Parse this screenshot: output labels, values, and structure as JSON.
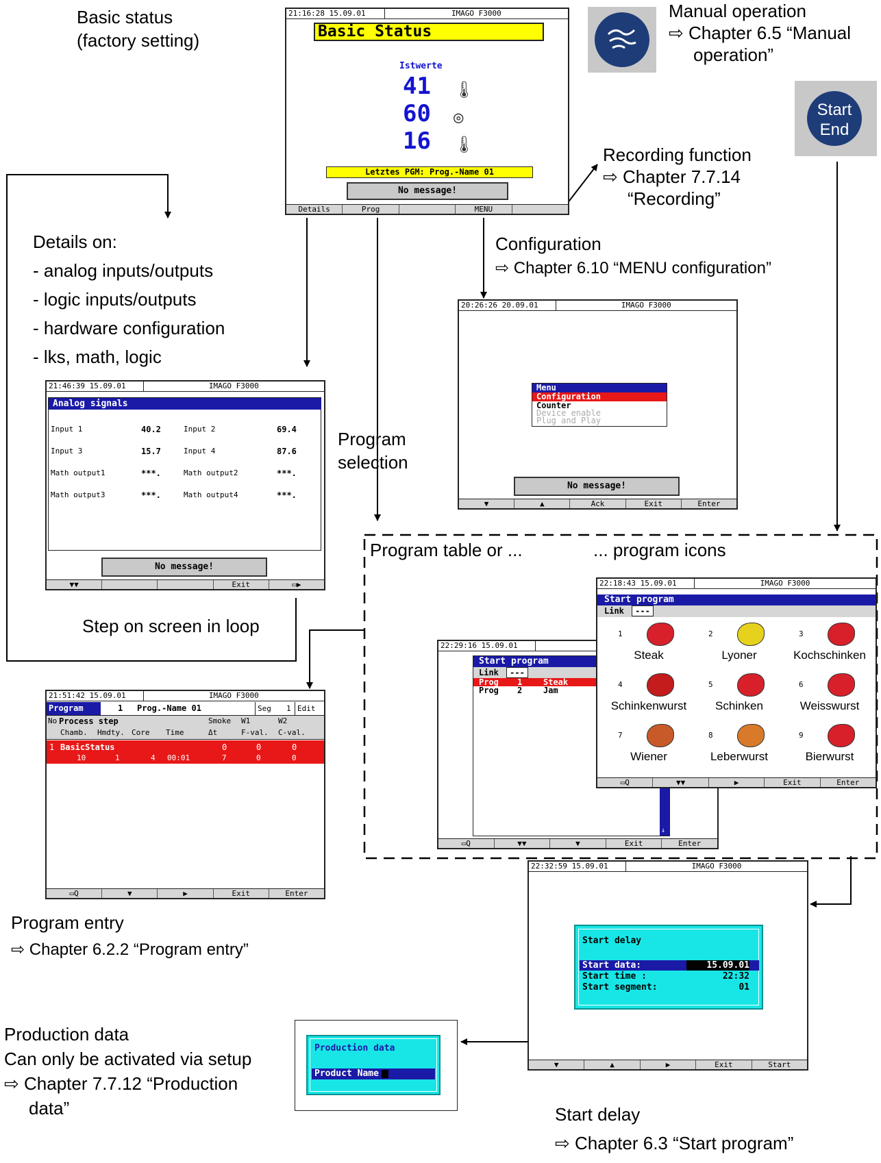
{
  "labels": {
    "basic_status": [
      "Basic status",
      "(factory setting)"
    ],
    "manual": [
      "Manual operation",
      "⇨  Chapter 6.5 “Manual",
      "operation”"
    ],
    "recording": [
      "Recording function",
      "⇨  Chapter 7.7.14",
      "“Recording”"
    ],
    "configuration": [
      "Configuration",
      "⇨  Chapter 6.10 “MENU configuration”"
    ],
    "details": [
      "Details on:",
      "- analog inputs/outputs",
      "- logic inputs/outputs",
      "- hardware configuration",
      "- lks, math, logic"
    ],
    "program_selection": [
      "Program",
      "selection"
    ],
    "program_table": "Program table or ...",
    "program_icons": "... program icons",
    "step_loop": "Step on screen in loop",
    "program_entry": [
      "Program entry",
      "⇨  Chapter 6.2.2 “Program entry”"
    ],
    "production": [
      "Production data",
      "Can only be activated via setup",
      "⇨  Chapter 7.7.12 “Production",
      "data”"
    ],
    "start_delay": [
      "Start delay",
      "⇨  Chapter 6.3 “Start program”"
    ]
  },
  "start_end_button": [
    "Start",
    "End"
  ],
  "screen_basic": {
    "time": "21:16:28   15.09.01",
    "device": "IMAGO F3000",
    "title": "Basic Status",
    "istwerte": "Istwerte",
    "values": [
      "41",
      "60",
      "16"
    ],
    "last_pgm": "Letztes PGM: Prog.-Name 01",
    "message": "No message!",
    "softkeys": [
      "Details",
      "Prog",
      "",
      "MENU",
      ""
    ]
  },
  "screen_menu": {
    "time": "20:26:26   20.09.01",
    "device": "IMAGO F3000",
    "menu_title": "Menu",
    "items": [
      "Configuration",
      "Counter",
      "Device enable",
      "Plug and Play"
    ],
    "message": "No message!",
    "softkeys": [
      "▼",
      "▲",
      "Ack",
      "Exit",
      "Enter"
    ]
  },
  "screen_analog": {
    "time": "21:46:39   15.09.01",
    "device": "IMAGO F3000",
    "title": "Analog signals",
    "rows": [
      [
        "Input 1",
        "40.2",
        "Input 2",
        "69.4"
      ],
      [
        "Input 3",
        "15.7",
        "Input 4",
        "87.6"
      ],
      [
        "Math output1",
        "***.",
        "Math output2",
        "***."
      ],
      [
        "Math output3",
        "***.",
        "Math output4",
        "***."
      ]
    ],
    "message": "No message!",
    "softkeys": [
      "▼▼",
      "",
      "",
      "Exit",
      "▭▶"
    ]
  },
  "screen_program_entry": {
    "time": "21:51:42   15.09.01",
    "device": "IMAGO F3000",
    "program_label": "Program",
    "program_no": "1",
    "program_name": "Prog.-Name 01",
    "seg_label": "Seg",
    "seg_no": "1",
    "edit_label": "Edit",
    "header1": [
      "No",
      "Process step",
      "Smoke",
      "W1",
      "W2"
    ],
    "header2": [
      "Chamb.",
      "Hmdty.",
      "Core",
      "Time",
      "Δt",
      "F-val.",
      "C-val."
    ],
    "row1": [
      "1",
      "BasicStatus",
      "0",
      "0",
      "0"
    ],
    "row2": [
      "10",
      "1",
      "4",
      "00:01",
      "7",
      "0",
      "0"
    ],
    "softkeys": [
      "▭Q",
      "▼",
      "▶",
      "Exit",
      "Enter"
    ]
  },
  "screen_prog_table": {
    "time": "22:29:16   15.09.01",
    "device": "I",
    "title": "Start program",
    "link_label": "Link",
    "link_value": "---",
    "rows": [
      [
        "Prog",
        "1",
        "Steak"
      ],
      [
        "Prog",
        "2",
        "Jam"
      ]
    ],
    "softkeys": [
      "▭Q",
      "▼▼",
      "▼",
      "Exit",
      "Enter"
    ]
  },
  "screen_prog_icons": {
    "time": "22:18:43   15.09.01",
    "device": "IMAGO F3000",
    "title": "Start program",
    "link_label": "Link",
    "link_value": "---",
    "icons": [
      {
        "no": "1",
        "name": "Steak",
        "color": "#d8202a"
      },
      {
        "no": "2",
        "name": "Lyoner",
        "color": "#e6d21c"
      },
      {
        "no": "3",
        "name": "Kochschinken",
        "color": "#d8202a"
      },
      {
        "no": "4",
        "name": "Schinkenwurst",
        "color": "#c41c1c"
      },
      {
        "no": "5",
        "name": "Schinken",
        "color": "#d8202a"
      },
      {
        "no": "6",
        "name": "Weisswurst",
        "color": "#d8202a"
      },
      {
        "no": "7",
        "name": "Wiener",
        "color": "#c85a2a"
      },
      {
        "no": "8",
        "name": "Leberwurst",
        "color": "#d87a2a"
      },
      {
        "no": "9",
        "name": "Bierwurst",
        "color": "#d8202a"
      }
    ],
    "softkeys": [
      "▭Q",
      "▼▼",
      "▶",
      "Exit",
      "Enter"
    ]
  },
  "screen_start_delay": {
    "time": "22:32:59   15.09.01",
    "device": "IMAGO F3000",
    "dialog_title": "Start delay",
    "rows": [
      [
        "Start data:",
        "15.09.01"
      ],
      [
        "Start time :",
        "22:32"
      ],
      [
        "Start segment:",
        "01"
      ]
    ],
    "softkeys": [
      "▼",
      "▲",
      "▶",
      "Exit",
      "Start"
    ]
  },
  "screen_production": {
    "title": "Production data",
    "field": "Product Name"
  },
  "colors": {
    "dialog_cyan": "#18e6e6",
    "title_blue": "#1a1aa6",
    "highlight_red": "#e81818",
    "value_blue": "#1414d2",
    "status_yellow": "#ffff00"
  }
}
